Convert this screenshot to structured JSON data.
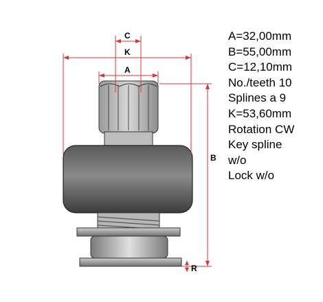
{
  "dimension_labels": {
    "c": "C",
    "k": "K",
    "a": "A",
    "b": "B",
    "r": "R"
  },
  "specs": [
    "A=32,00mm",
    "B=55,00mm",
    "C=12,10mm",
    "No./teeth 10",
    "Splines a 9",
    "K=53,60mm",
    "Rotation CW",
    "Key spline",
    "w/o",
    "Lock w/o"
  ]
}
